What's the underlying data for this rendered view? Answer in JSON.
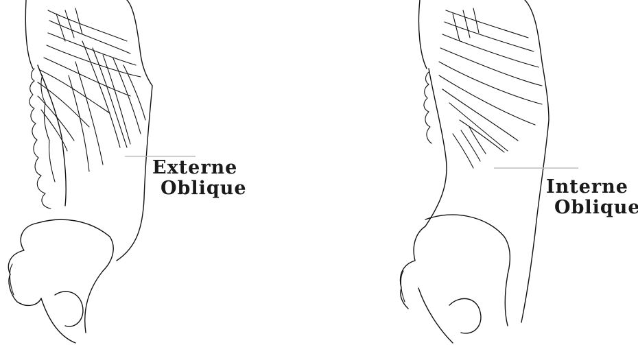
{
  "labels": {
    "left": {
      "line1": "Externe",
      "line2": "Oblique"
    },
    "right": {
      "line1": "Interne",
      "line2": "Oblique"
    }
  },
  "colors": {
    "ink": "#111111",
    "leader": "#bdbdbd",
    "background": "#ffffff"
  }
}
